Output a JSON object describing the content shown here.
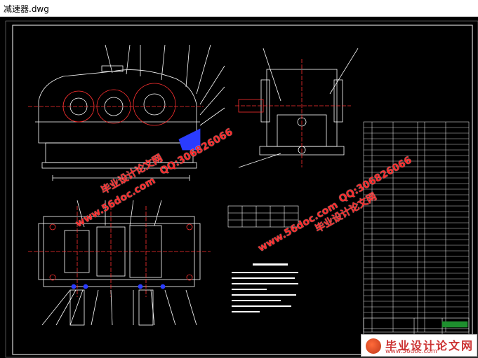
{
  "window": {
    "title": "减速器.dwg"
  },
  "watermarks": [
    {
      "text": "毕业设计论文网",
      "color": "#ff2a2a"
    },
    {
      "text": "www.56doc.com",
      "color": "#ff2a2a"
    },
    {
      "text": "QQ:306826066",
      "color": "#ff2a2a"
    }
  ],
  "logo": {
    "text": "毕业设计论文网",
    "url": "www.56doc.com"
  },
  "drawing": {
    "background": "#000000",
    "line_color": "#ffffff",
    "accent_red": "#ff3030",
    "accent_blue": "#2a3cff"
  }
}
